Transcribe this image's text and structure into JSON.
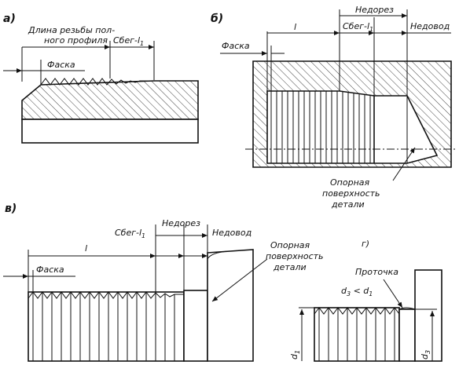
{
  "panels": {
    "a": {
      "letter": "а)",
      "full_length_label_1": "Длина резьбы пол-",
      "full_length_label_2": "ного профиля",
      "runout_label": "Сбег-l",
      "runout_sub": "1",
      "chamfer_label": "Фаска"
    },
    "b": {
      "letter": "б)",
      "length_label": "l",
      "undercut_label": "Недорез",
      "runout_label": "Сбег-l",
      "runout_sub": "1",
      "incomplete_label": "Недовод",
      "chamfer_label": "Фаска",
      "surface_label_1": "Опорная",
      "surface_label_2": "поверхность",
      "surface_label_3": "детали"
    },
    "v": {
      "letter": "в)",
      "length_label": "l",
      "runout_label": "Сбег-l",
      "runout_sub": "1",
      "undercut_label": "Недорез",
      "incomplete_label": "Недовод",
      "chamfer_label": "Фаска",
      "surface_label_1": "Опорная",
      "surface_label_2": "поверхность",
      "surface_label_3": "детали"
    },
    "g": {
      "letter": "г)",
      "groove_label": "Проточка",
      "relation_label": "d",
      "relation_sub_1": "3",
      "relation_mid": " < d",
      "relation_sub_2": "1",
      "d1_label": "d",
      "d1_sub": "1",
      "d3_label": "d",
      "d3_sub": "3"
    }
  }
}
